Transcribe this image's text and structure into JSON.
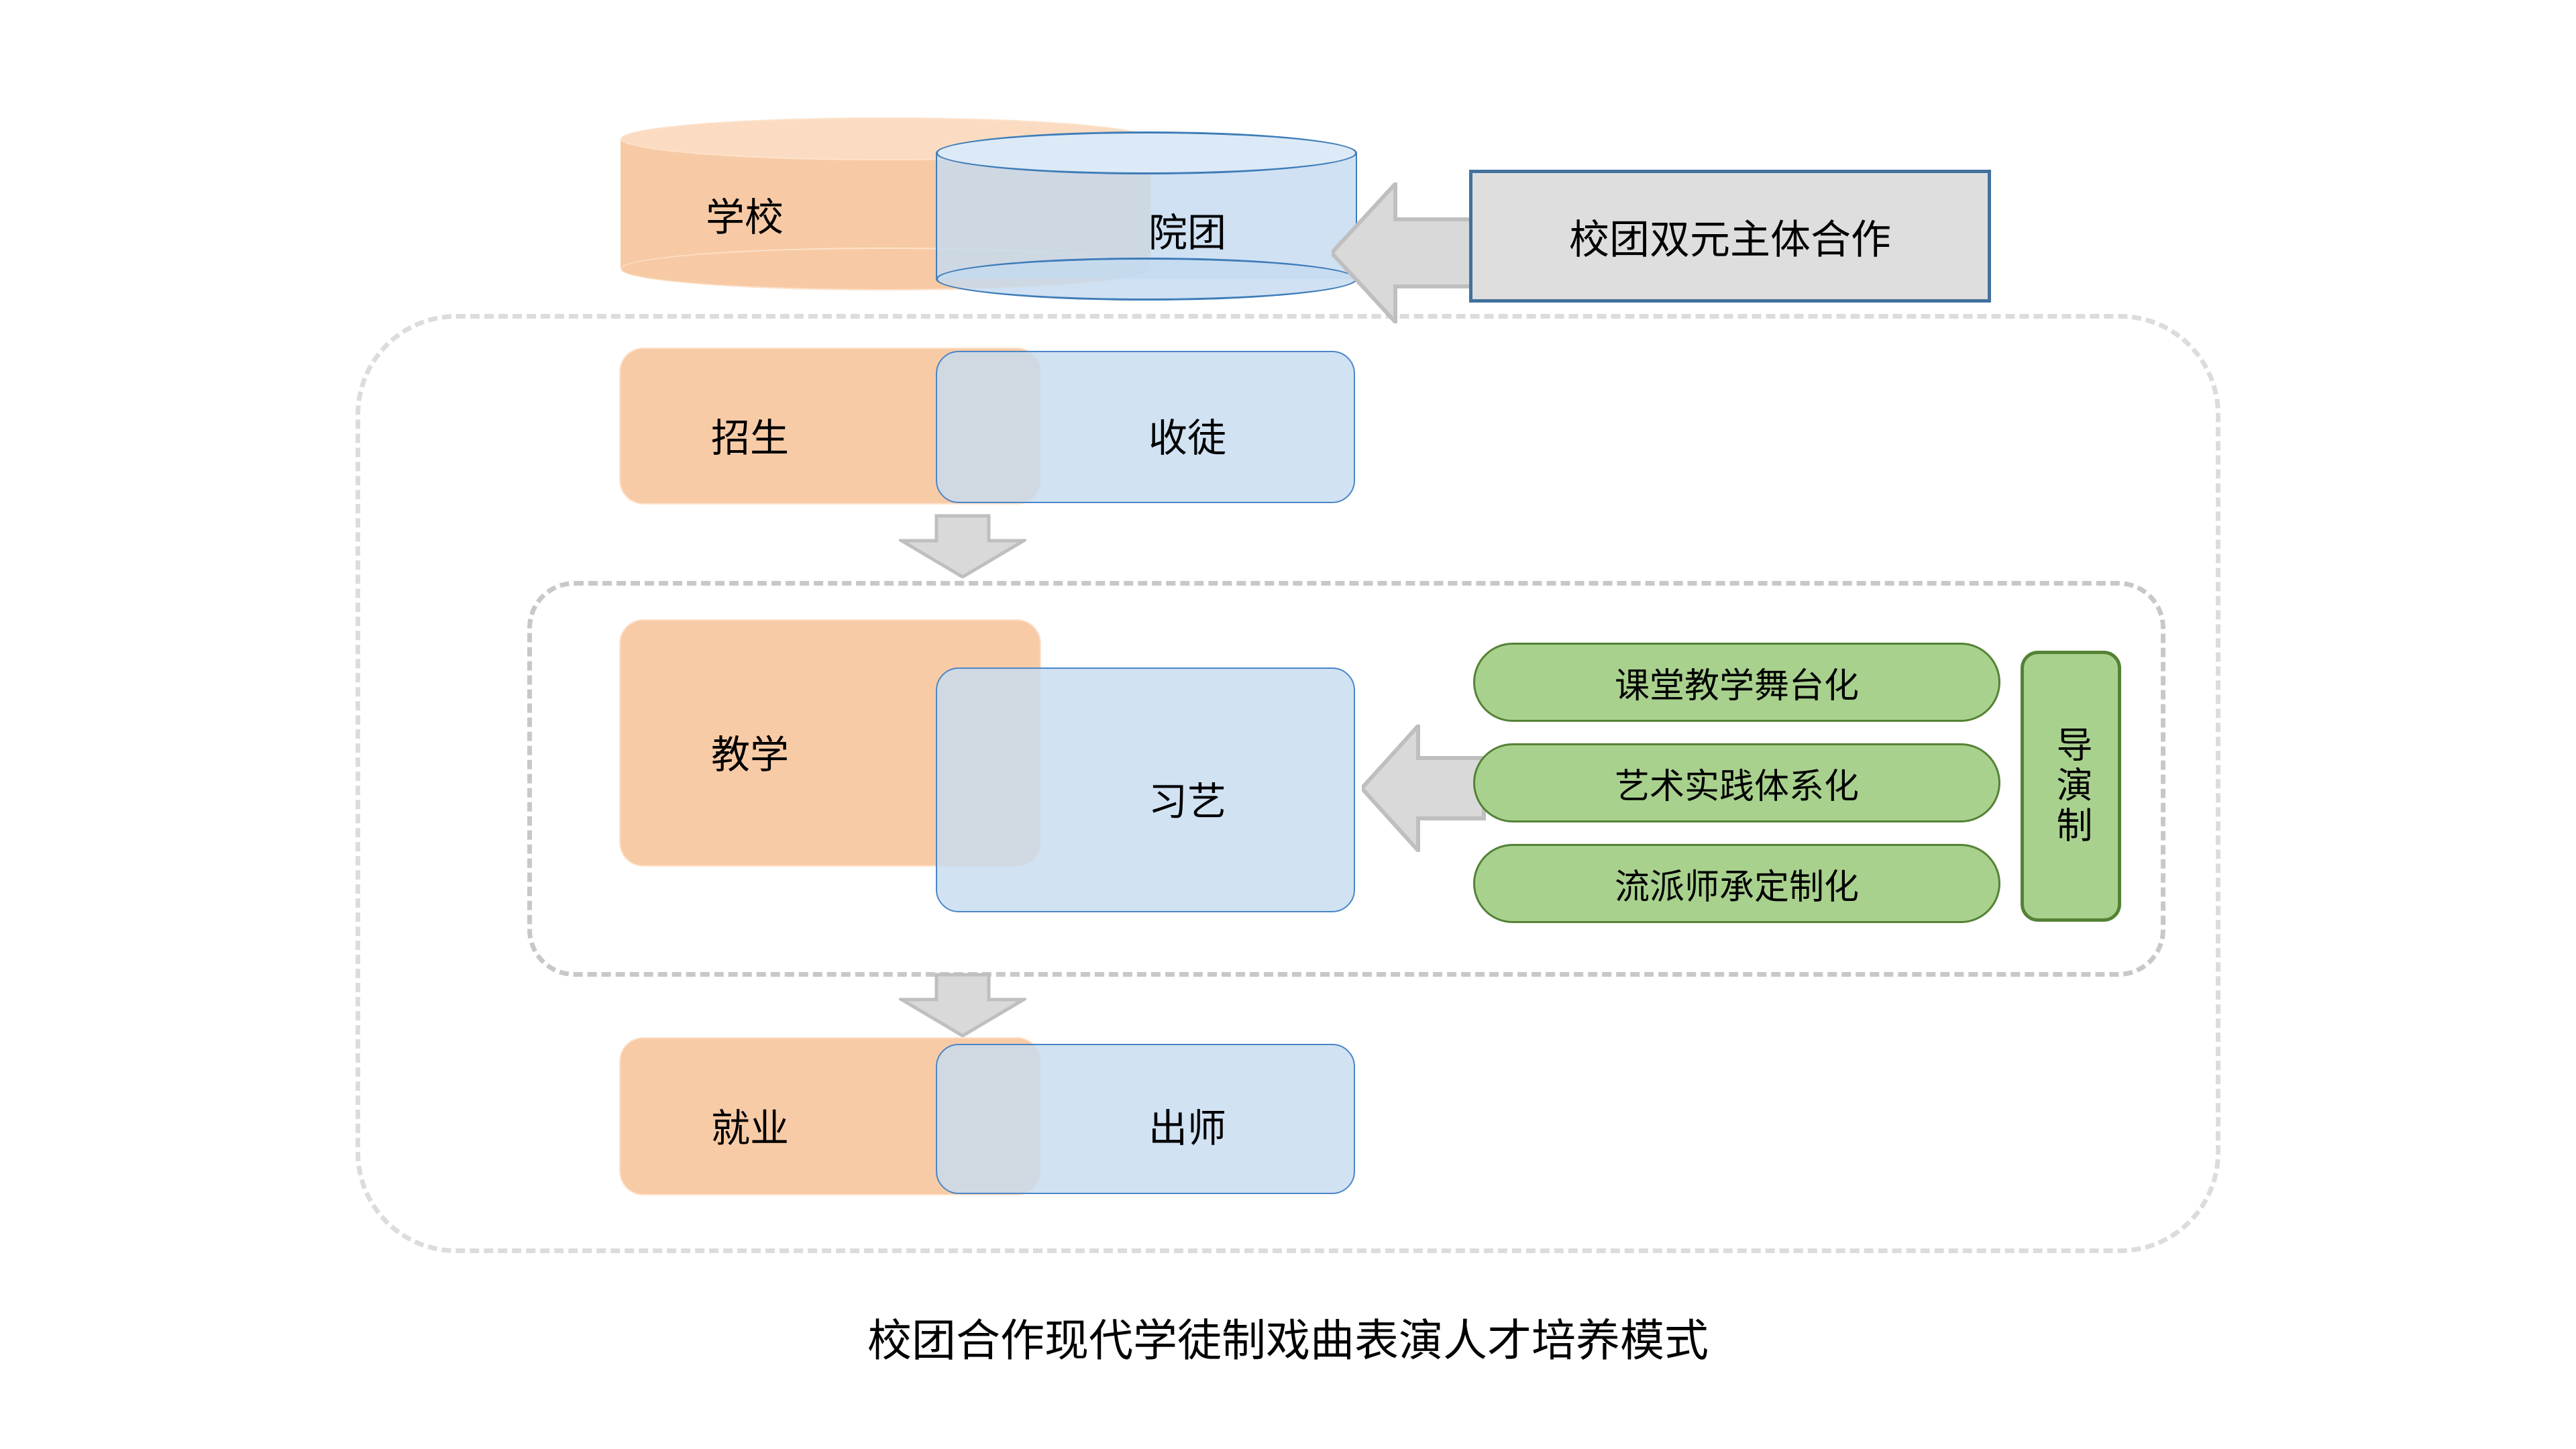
{
  "diagram": {
    "caption": "校团合作现代学徒制戏曲表演人才培养模式",
    "colors": {
      "orange_fill": "#f8cba7",
      "orange_edge": "#fde3cd",
      "blue_fill": "#c5dbf0",
      "blue_edge": "#4a86c8",
      "green_fill": "#a9d18e",
      "green_edge": "#548235",
      "gray_arrow_fill": "#d9d9d9",
      "gray_arrow_edge": "#bfbfbf",
      "callout_fill": "#dedede",
      "callout_edge": "#41719c",
      "dashed_border": "#dcdcdc"
    },
    "top_pair": {
      "shape": "cylinder",
      "school_label": "学校",
      "troupe_label": "院团"
    },
    "callout": {
      "label": "校团双元主体合作",
      "arrow_icon": "arrow-left-icon"
    },
    "stages": [
      {
        "school_label": "招生",
        "troupe_label": "收徒"
      },
      {
        "school_label": "教学",
        "troupe_label": "习艺"
      },
      {
        "school_label": "就业",
        "troupe_label": "出师"
      }
    ],
    "flow_arrows": [
      {
        "icon": "arrow-down-icon",
        "from": "招生/收徒",
        "to": "教学/习艺"
      },
      {
        "icon": "arrow-down-icon",
        "from": "教学/习艺",
        "to": "就业/出师"
      }
    ],
    "teaching_arrow_icon": "arrow-left-icon",
    "teaching_methods": [
      "课堂教学舞台化",
      "艺术实践体系化",
      "流派师承定制化"
    ],
    "teaching_system": "导演制"
  }
}
